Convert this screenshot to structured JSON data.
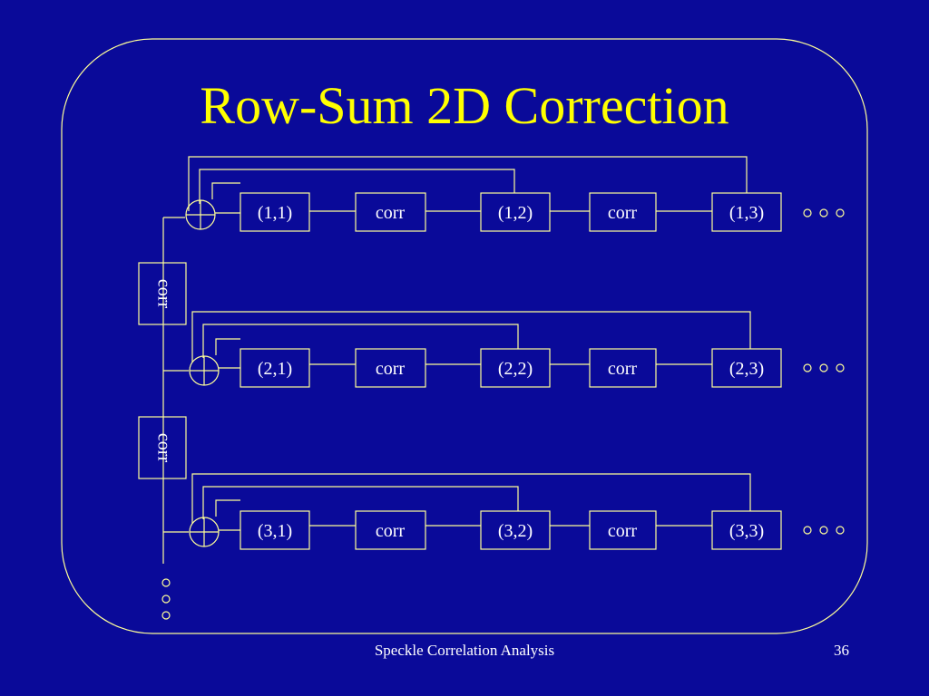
{
  "slide": {
    "title": "Row-Sum 2D Correction",
    "footer": "Speckle Correlation Analysis",
    "page_number": "36"
  },
  "diagram": {
    "rows": [
      {
        "cells": [
          "(1,1)",
          "corr",
          "(1,2)",
          "corr",
          "(1,3)"
        ]
      },
      {
        "cells": [
          "(2,1)",
          "corr",
          "(2,2)",
          "corr",
          "(2,3)"
        ]
      },
      {
        "cells": [
          "(3,1)",
          "corr",
          "(3,2)",
          "corr",
          "(3,3)"
        ]
      }
    ],
    "column_corr_labels": [
      "corr",
      "corr"
    ]
  },
  "colors": {
    "background": "#0a0a99",
    "title": "#ffff00",
    "line": "#ffff99",
    "text": "#ffffff"
  }
}
